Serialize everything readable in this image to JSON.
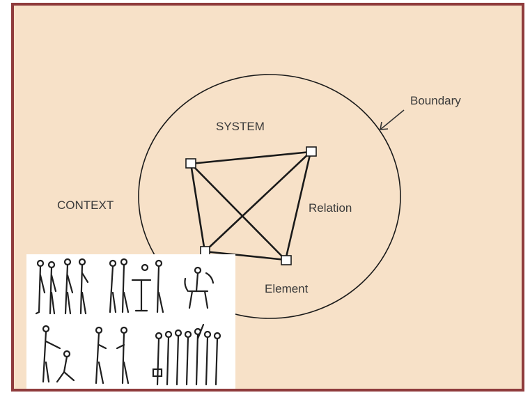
{
  "diagram": {
    "labels": {
      "system": "SYSTEM",
      "context": "CONTEXT",
      "relation": "Relation",
      "element": "Element",
      "boundary": "Boundary"
    },
    "colors": {
      "frame_border": "#8f3b3c",
      "background": "#f7e1c8",
      "ink": "#1a1a1a"
    },
    "illustration": "people-groups-sketch"
  }
}
